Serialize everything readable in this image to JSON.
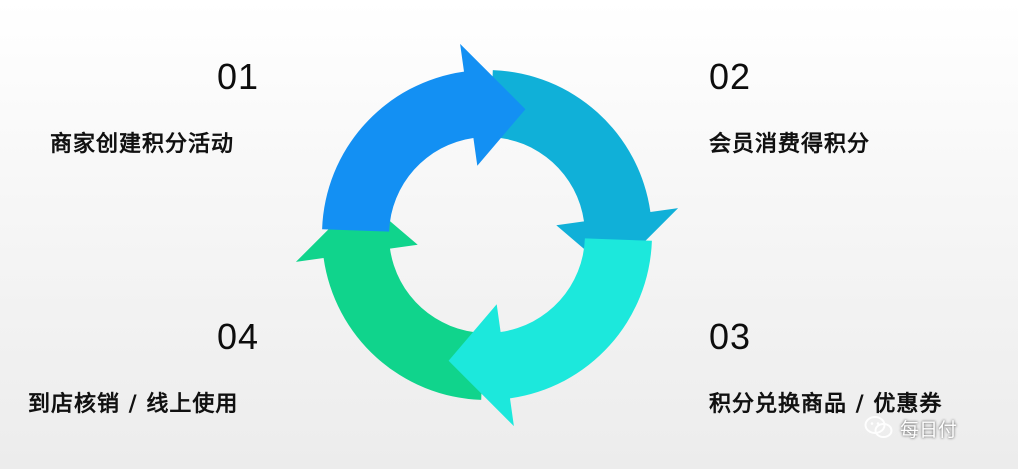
{
  "steps": [
    {
      "number": "01",
      "label": "商家创建积分活动",
      "color": "#1390f3"
    },
    {
      "number": "02",
      "label": "会员消费得积分",
      "color": "#10b0d8"
    },
    {
      "number": "03",
      "label": "积分兑换商品 / 优惠券",
      "color": "#1ce8dc"
    },
    {
      "number": "04",
      "label": "到店核销 / 线上使用",
      "color": "#10d48c"
    }
  ],
  "watermark": {
    "text": "每日付",
    "icon": "wechat-icon"
  }
}
